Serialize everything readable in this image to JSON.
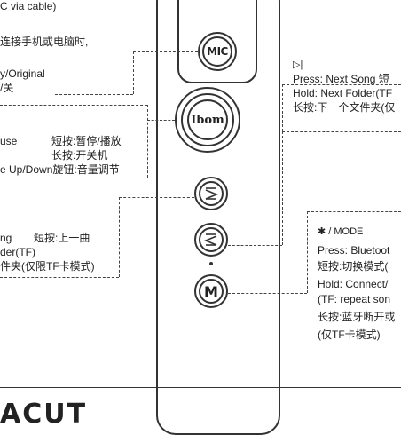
{
  "left_panel": {
    "top": {
      "line1": "C via cable)",
      "line2": "连接手机或电脑时,",
      "line3": "y/Original",
      "line4": "/关"
    },
    "play": {
      "line1_en": "use",
      "line1_cn": "短按:暂停/播放",
      "line2": "长按:开关机",
      "line3": "e Up/Down旋钮:音量调节"
    },
    "prev": {
      "line1_en": "ng",
      "line1_cn": "短按:上一曲",
      "line2": "der(TF)",
      "line3": "件夹(仅限TF卡模式)"
    }
  },
  "right_panel": {
    "next": {
      "icon_text": "▷|",
      "line1": "Press: Next Song 短",
      "line2": "Hold: Next Folder(TF",
      "line3": "长按:下一个文件夹(仅"
    },
    "mode": {
      "header": "✱ / MODE",
      "line1": "Press: Bluetoot",
      "line2": "短按:切换模式(",
      "line3": "Hold: Connect/",
      "line4": "(TF: repeat son",
      "line5": "长按:蓝牙断开或",
      "line6": "(仅TF卡模式)"
    }
  },
  "remote": {
    "mic_label": "MIC",
    "brand_label": "Ibom",
    "mode_label": "M"
  },
  "bottom": {
    "title_partial": "ACUT"
  }
}
